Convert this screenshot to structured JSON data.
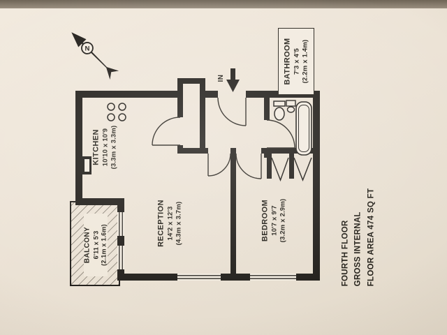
{
  "compass": {
    "north_label": "N"
  },
  "entrance": {
    "label": "IN"
  },
  "rooms": {
    "kitchen": {
      "name": "KITCHEN",
      "size_imperial": "10'10 x 10'9",
      "size_metric": "(3.3m x 3.3m)"
    },
    "reception": {
      "name": "RECEPTION",
      "size_imperial": "14'2 x 12'3",
      "size_metric": "(4.3m x 3.7m)"
    },
    "bedroom": {
      "name": "BEDROOM",
      "size_imperial": "10'7 x 9'7",
      "size_metric": "(3.2m x 2.9m)"
    },
    "bathroom": {
      "name": "BATHROOM",
      "size_imperial": "7'3 x 4'5",
      "size_metric": "(2.2m x 1.4m)"
    },
    "balcony": {
      "name": "BALCONY",
      "size_imperial": "6'11 x 5'3",
      "size_metric": "(2.1m x 1.6m)"
    }
  },
  "summary": {
    "floor": "FOURTH FLOOR",
    "basis": "GROSS INTERNAL",
    "area": "FLOOR AREA 474 SQ FT"
  },
  "colors": {
    "paper": "#ece3d6",
    "ink": "#221f1b"
  }
}
